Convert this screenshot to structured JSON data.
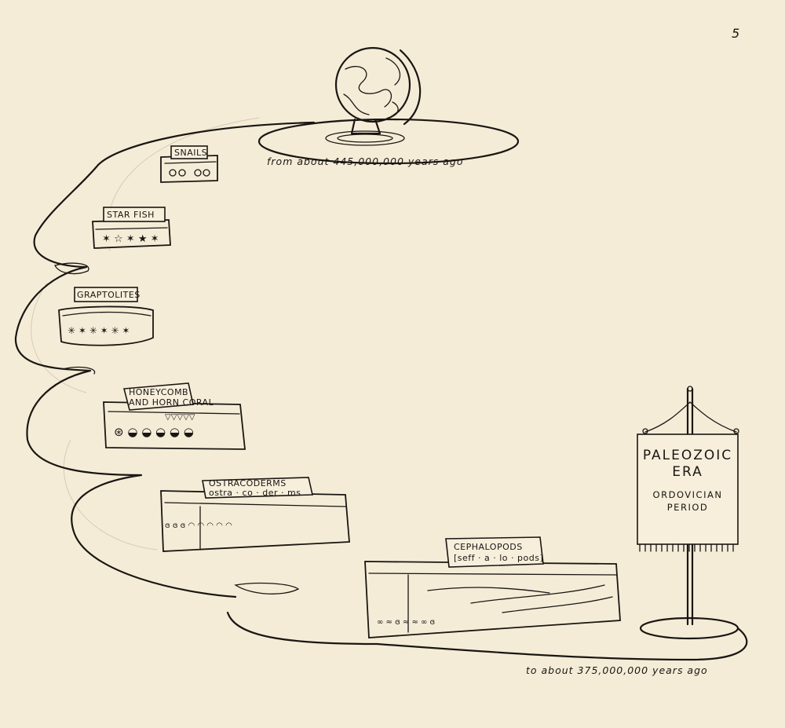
{
  "page_number": "5",
  "start_caption": "from about 445,000,000 years ago",
  "end_caption": "to about 375,000,000 years ago",
  "banner": {
    "line1": "PALEOZOIC",
    "line2": "ERA",
    "line3": "ORDOVICIAN",
    "line4": "PERIOD"
  },
  "fossils": [
    {
      "lines": [
        "SNAILS"
      ]
    },
    {
      "lines": [
        "STAR FISH"
      ]
    },
    {
      "lines": [
        "GRAPTOLITES"
      ]
    },
    {
      "lines": [
        "HONEYCOMB",
        "AND HORN CORAL"
      ]
    },
    {
      "lines": [
        "OSTRACODERMS",
        "ostra · co · der · ms"
      ]
    },
    {
      "lines": [
        "CEPHALOPODS",
        "[seff · a · lo · pods]"
      ]
    }
  ]
}
